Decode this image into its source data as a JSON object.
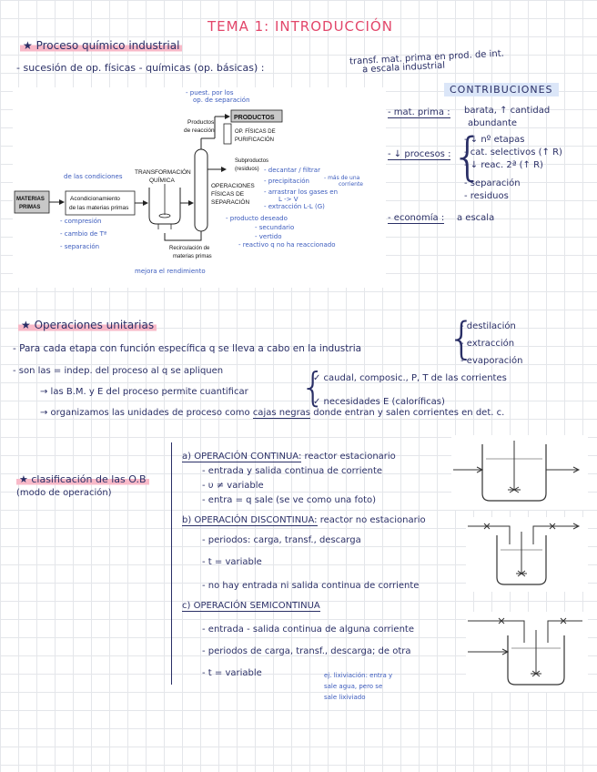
{
  "title": "TEMA 1: INTRODUCCIÓN",
  "s1": {
    "heading": "★ Proceso químico industrial",
    "def": "- sucesión de op. físicas - químicas (op. básicas) :",
    "transf_1": "transf. mat. prima en prod. de int.",
    "transf_2": "a escala industrial"
  },
  "diagram": {
    "materias": "MATERIAS",
    "primas": "PRIMAS",
    "acond_1": "Acondicionamiento",
    "acond_2": "de las materias primas",
    "transf_1": "TRANSFORMACIÓN",
    "transf_2": "QUÍMICA",
    "prod_reac_1": "Productos",
    "prod_reac_2": "de reacción",
    "productos": "PRODUCTOS",
    "op_fis_pur_1": "OP. FÍSICAS DE",
    "op_fis_pur_2": "PURIFICACIÓN",
    "subprod_1": "Subproductos",
    "subprod_2": "(residuos)",
    "op_sep_1": "OPERACIONES",
    "op_sep_2": "FÍSICAS DE",
    "op_sep_3": "SEPARACIÓN",
    "recirc_1": "Recirculación de",
    "recirc_2": "materias primas"
  },
  "diagram_notes": {
    "puest_por": "- puest. por los",
    "op_sep": "op. de separación",
    "condiciones": "de las condiciones",
    "compresion": "- compresión",
    "cambio_t": "- cambio de Tª",
    "separacion": "- separación",
    "decant": "- decantar / filtrar",
    "precip": "- precipitación",
    "precip_note": "- más de una",
    "precip_note2": "corriente",
    "arrastre": "- arrastrar los gases en",
    "arrastre2": "L -> V",
    "extraccion": "- extracción L-L (G)",
    "prod_deseado": "- producto deseado",
    "secundario": "- secundario",
    "vertido": "- vertido",
    "reactivo": "- reactivo q no ha reaccionado",
    "mejora": "mejora el rendimiento"
  },
  "contribuciones": {
    "heading": "CONTRIBUCIONES",
    "mat_prima_label": "- mat. prima :",
    "mat_prima_1": "barata, ↑ cantidad",
    "mat_prima_2": "abundante",
    "procesos_label": "- ↓ procesos :",
    "p1": "- ↓ nº etapas",
    "p2": "- cat. selectivos (↑ R)",
    "p3": "- ↓ reac. 2ª (↑ R)",
    "p4": "- separación",
    "p5": "- residuos",
    "economia_label": "- economía :",
    "economia_val": "a escala"
  },
  "s2": {
    "heading": "★ Operaciones unitarias",
    "list_1": "- destilación",
    "list_2": "- extracción",
    "list_3": "- evaporación",
    "l1": "- Para cada etapa con función específica q se lleva a cabo en la industria",
    "l2": "- son las = indep. del proceso al q se apliquen",
    "l3": "→ las B.M. y E del proceso permite cuantificar",
    "check1": "✓ caudal, composic., P, T de las corrientes",
    "check2": "✓ necesidades E (caloríficas)",
    "l4_pre": "→ organizamos las unidades de proceso como",
    "l4_box": "cajas negras",
    "l4_post": "donde entran y salen corrientes en det. c."
  },
  "s3": {
    "heading_1": "★ clasificación de las O.B",
    "heading_2": "(modo de operación)",
    "a_label": "a) OPERACIÓN CONTINUA:",
    "a_rest": "reactor estacionario",
    "a1": "- entrada y salida continua de corriente",
    "a2": "- υ ≠ variable",
    "a3": "- entra = q sale (se ve como una foto)",
    "b_label": "b) OPERACIÓN DISCONTINUA:",
    "b_rest": "reactor no estacionario",
    "b1": "- periodos: carga, transf., descarga",
    "b2": "- t = variable",
    "b3": "- no hay entrada ni salida continua de corriente",
    "c_label": "c) OPERACIÓN SEMICONTINUA",
    "c1": "- entrada - salida continua de alguna corriente",
    "c2": "- periodos de carga, transf., descarga; de otra",
    "c3": "- t = variable",
    "note_1": "ej. lixiviación: entra y",
    "note_2": "sale agua, pero se",
    "note_3": "sale lixiviado"
  },
  "colors": {
    "ink": "#2a2f66",
    "pink": "#e2466a",
    "highlight": "#f8b9c8",
    "note_blue": "#3b5bbd"
  }
}
